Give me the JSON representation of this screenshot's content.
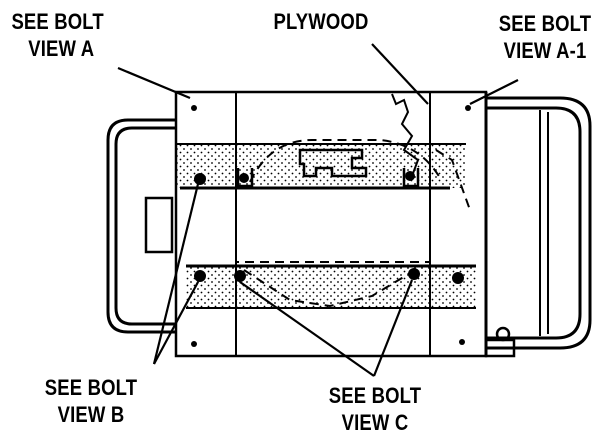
{
  "callouts": {
    "bolt_view_a": {
      "line1": "SEE BOLT",
      "line2": "VIEW A"
    },
    "plywood": {
      "label": "PLYWOOD"
    },
    "bolt_view_a1": {
      "line1": "SEE BOLT",
      "line2": "VIEW A-1"
    },
    "bolt_view_b": {
      "line1": "SEE BOLT",
      "line2": "VIEW B"
    },
    "bolt_view_c": {
      "line1": "SEE BOLT",
      "line2": "VIEW C"
    }
  },
  "colors": {
    "ink": "#000000",
    "background": "#ffffff"
  }
}
